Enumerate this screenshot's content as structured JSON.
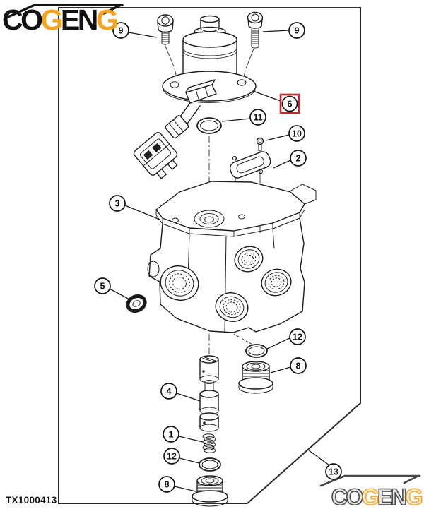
{
  "brand": {
    "name": "COGENG",
    "seg_co": "CO",
    "seg_g1": "G",
    "seg_en": "EN",
    "seg_g2": "G"
  },
  "drawing_number": "TX1000413",
  "highlighted_callout": "6",
  "colors": {
    "accent_orange": "#F7A41C",
    "highlight_red": "#C1272D",
    "line": "#1C1C1C"
  },
  "callouts": [
    {
      "id": "9-left",
      "label": "9"
    },
    {
      "id": "9-right",
      "label": "9"
    },
    {
      "id": "6",
      "label": "6",
      "highlighted": true
    },
    {
      "id": "11",
      "label": "11"
    },
    {
      "id": "10",
      "label": "10"
    },
    {
      "id": "2",
      "label": "2"
    },
    {
      "id": "3",
      "label": "3"
    },
    {
      "id": "5",
      "label": "5"
    },
    {
      "id": "12-right",
      "label": "12"
    },
    {
      "id": "8-right",
      "label": "8"
    },
    {
      "id": "4",
      "label": "4"
    },
    {
      "id": "1",
      "label": "1"
    },
    {
      "id": "12-bottom",
      "label": "12"
    },
    {
      "id": "8-bottom",
      "label": "8"
    },
    {
      "id": "13",
      "label": "13"
    }
  ]
}
